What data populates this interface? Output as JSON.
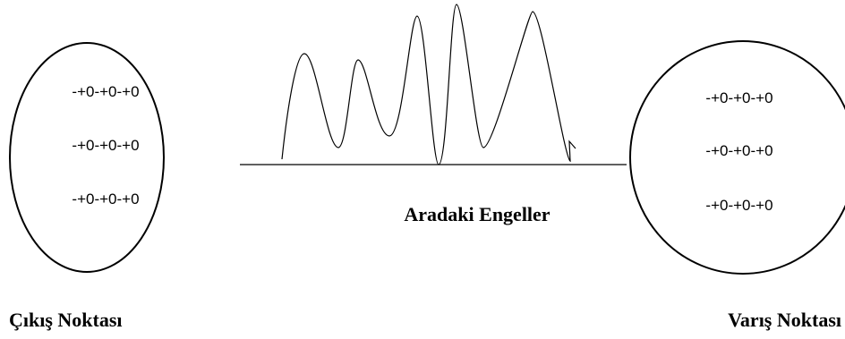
{
  "left_node": {
    "rows": [
      "-+0-+0-+0",
      "-+0-+0-+0",
      "-+0-+0-+0"
    ],
    "label": "Çıkış Noktası"
  },
  "right_node": {
    "rows": [
      "-+0-+0-+0",
      "-+0-+0-+0",
      "-+0-+0-+0"
    ],
    "label": "Varış Noktası"
  },
  "middle": {
    "label": "Aradaki Engeller",
    "peak_count": 5
  },
  "colors": {
    "stroke": "#000000",
    "background": "#ffffff"
  }
}
